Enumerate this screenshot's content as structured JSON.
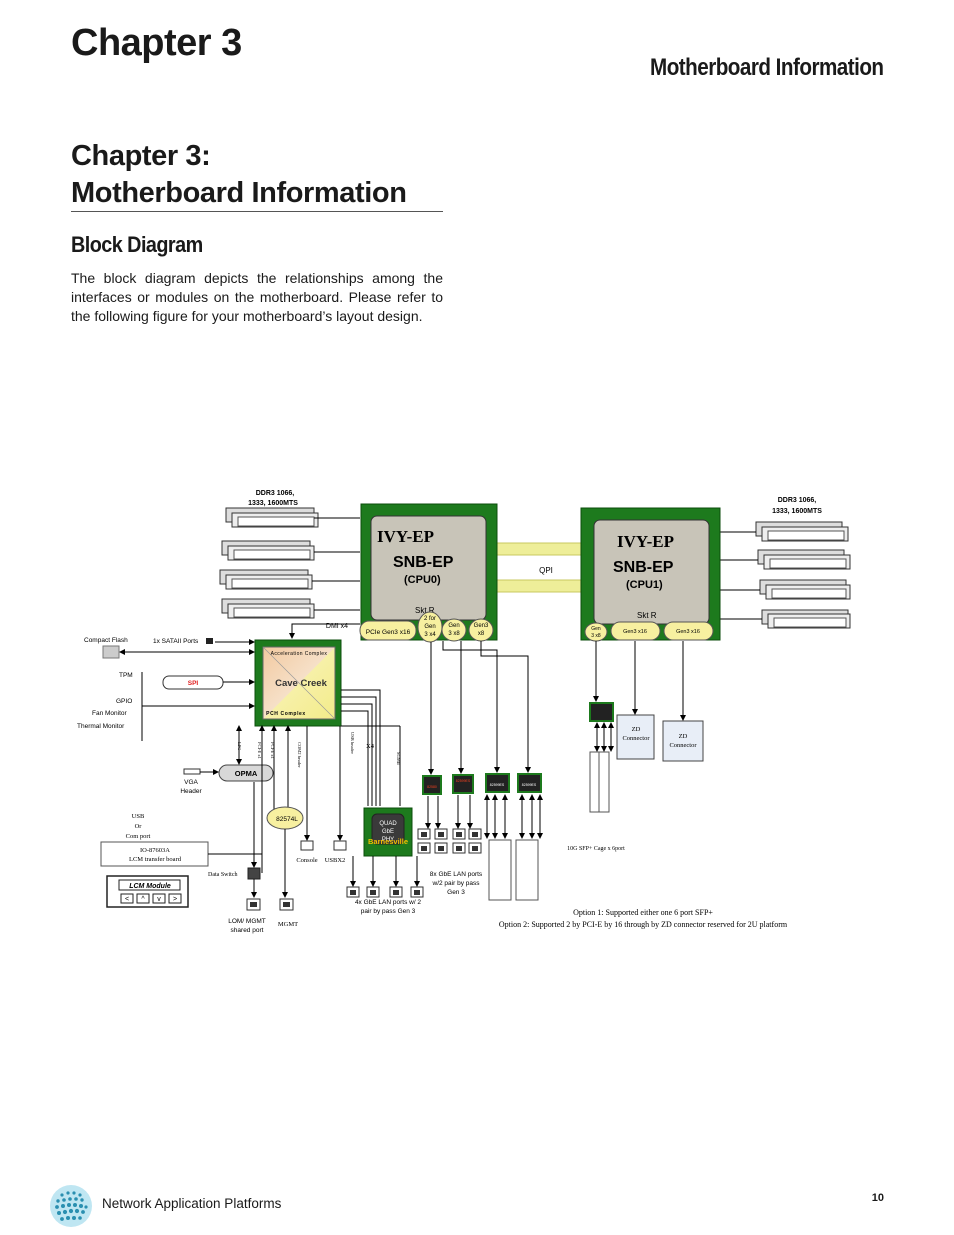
{
  "header": {
    "chapter": "Chapter 3",
    "chapter_title": "Motherboard Information"
  },
  "section": {
    "title_line1": "Chapter 3:",
    "title_line2": "Motherboard Information",
    "heading": "Block Diagram",
    "paragraph": "The block diagram depicts the relationships among the interfaces or modules on the motherboard. Please refer to the following figure for your motherboard’s layout design."
  },
  "diagram": {
    "ddr_left_l1": "DDR3 1066,",
    "ddr_left_l2": "1333, 1600MTS",
    "ddr_right_l1": "DDR3 1066,",
    "ddr_right_l2": "1333, 1600MTS",
    "cpu0": {
      "l1": "IVY-EP",
      "l2": "SNB-EP",
      "l3": "(CPU0)",
      "socket": "Skt R"
    },
    "cpu1": {
      "l1": "IVY-EP",
      "l2": "SNB-EP",
      "l3": "(CPU1)",
      "socket": "Skt R"
    },
    "qpi": "QPI",
    "dmi": "DMI x4",
    "cpu0_ports": {
      "pcie": "PCIe Gen3 x16",
      "p2_l1": "2 for",
      "p2_l2": "Gen",
      "p2_l3": "3 x4",
      "p3_l1": "Gen",
      "p3_l2": "3 x8",
      "p4_l1": "Gen3",
      "p4_l2": "x8"
    },
    "cpu1_ports": {
      "p1_l1": "Gen",
      "p1_l2": "3 x8",
      "p2": "Gen3 x16",
      "p3": "Gen3 x16"
    },
    "pch": {
      "top": "Acceleration Complex",
      "name": "Cave Creek",
      "bottom": "PCH Complex"
    },
    "compact_flash": "Compact Flash",
    "sata_ports": "1x SATAII Ports",
    "tpm": "TPM",
    "spi": "SPI",
    "gpio": "GPIO",
    "fan_monitor": "Fan Monitor",
    "thermal_monitor": "Thermal Monitor",
    "opma": "OPMA",
    "vga_l1": "VGA",
    "vga_l2": "Header",
    "usb_l1": "USB",
    "usb_l2": "Or",
    "usb_l3": "Com port",
    "io_board_l1": "IO-87603A",
    "io_board_l2": "LCM transfer board",
    "lcm_module": "LCM Module",
    "lcm_buttons": [
      "<",
      "^",
      "v",
      ">"
    ],
    "data_switch": "Data Switch",
    "lom_l1": "LOM/ MGMT",
    "lom_l2": "shared  port",
    "mgmt": "MGMT",
    "nic_82574": "82574L",
    "console": "Console",
    "usbx2": "USBX2",
    "x4": "X4",
    "vert_labels": [
      "LPC",
      "PCI-E x1",
      "PCI-E x1",
      "COM2 header",
      "USB header",
      "SGMII"
    ],
    "quad_l1": "QUAD",
    "quad_l2": "GbE",
    "quad_l3": "PHY",
    "barnesville": "Barnesville",
    "chip_labels": [
      "82580",
      "82599ES",
      "82599ES",
      "82599ES"
    ],
    "ports_4x_l1": "4x GbE LAN ports w/ 2",
    "ports_4x_l2": "pair by pass Gen 3",
    "ports_8x_l1": "8x GbE LAN ports",
    "ports_8x_l2": "w/2 pair by pass",
    "ports_8x_l3": "Gen 3",
    "sfp_cage": "10G SFP+ Cage x 6port",
    "zd1_l1": "ZD",
    "zd1_l2": "Connector",
    "zd2_l1": "ZD",
    "zd2_l2": "Connector",
    "option1": "Option 1: Supported  either one 6 port SFP+",
    "option2": "Option 2: Supported 2 by PCI-E by 16 through by ZD connector reserved for 2U platform"
  },
  "footer": {
    "text": "Network Application Platforms",
    "page": "10"
  }
}
